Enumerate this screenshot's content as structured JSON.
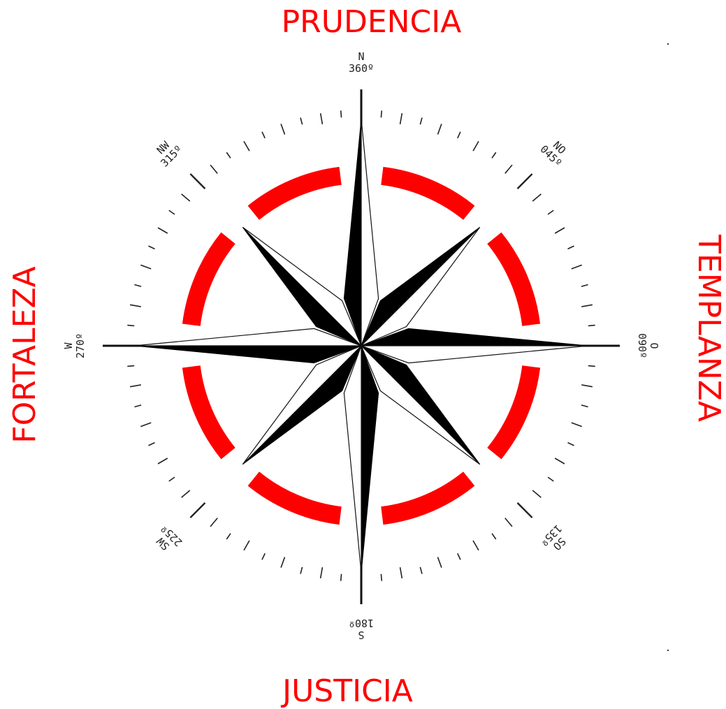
{
  "virtues": {
    "north": "PRUDENCIA",
    "south": "JUSTICIA",
    "west": "FORTALEZA",
    "east": "TEMPLANZA"
  },
  "directions": [
    {
      "letter": "N",
      "degrees": "360º",
      "bearing": 0
    },
    {
      "letter": "NO",
      "degrees": "045º",
      "bearing": 45
    },
    {
      "letter": "O",
      "degrees": "090º",
      "bearing": 90
    },
    {
      "letter": "SO",
      "degrees": "135º",
      "bearing": 135
    },
    {
      "letter": "S",
      "degrees": "180º",
      "bearing": 180
    },
    {
      "letter": "SW",
      "degrees": "225º",
      "bearing": 225
    },
    {
      "letter": "W",
      "degrees": "270º",
      "bearing": 270
    },
    {
      "letter": "NW",
      "degrees": "315º",
      "bearing": 315
    }
  ],
  "colors": {
    "accent": "#ff0000",
    "star": "#000000",
    "background": "#ffffff"
  }
}
